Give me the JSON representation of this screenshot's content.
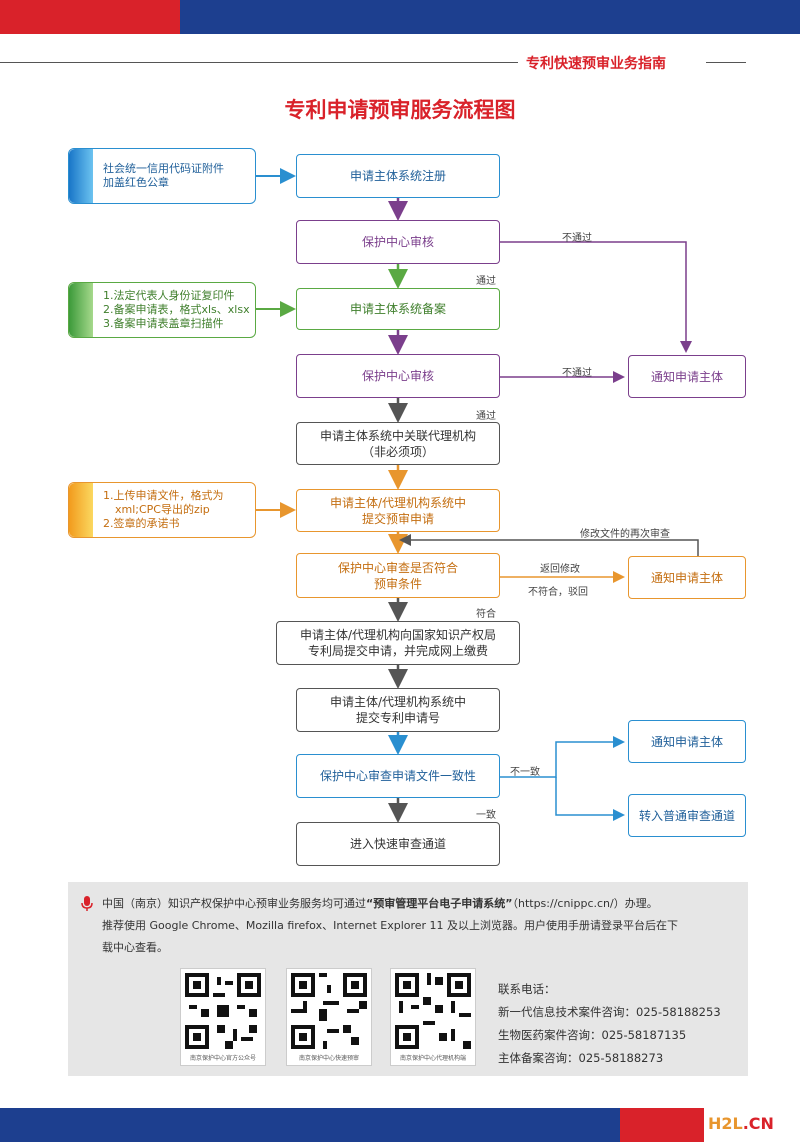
{
  "header": {
    "title": "专利快速预审业务指南"
  },
  "main_title": "专利申请预审服务流程图",
  "notes": {
    "note1": [
      "社会统一信用代码证附件",
      "加盖红色公章"
    ],
    "note2": [
      "1.法定代表人身份证复印件",
      "2.备案申请表，格式xls、xlsx",
      "3.备案申请表盖章扫描件"
    ],
    "note3": [
      "1.上传申请文件，格式为",
      "xml;CPC导出的zip",
      "2.签章的承诺书"
    ]
  },
  "steps": {
    "s1": [
      "申请主体系统注册"
    ],
    "s2": [
      "保护中心审核"
    ],
    "s3": [
      "申请主体系统备案"
    ],
    "s4": [
      "保护中心审核"
    ],
    "s5": [
      "申请主体系统中关联代理机构",
      "（非必须项）"
    ],
    "s6": [
      "申请主体/代理机构系统中",
      "提交预审申请"
    ],
    "s7": [
      "保护中心审查是否符合",
      "预审条件"
    ],
    "s8": [
      "申请主体/代理机构向国家知识产权局",
      "专利局提交申请，并完成网上缴费"
    ],
    "s9": [
      "申请主体/代理机构系统中",
      "提交专利申请号"
    ],
    "s10": [
      "保护中心审查申请文件一致性"
    ],
    "s11": [
      "进入快速审查通道"
    ]
  },
  "side_boxes": {
    "notify1": "通知申请主体",
    "notify2": "通知申请主体",
    "notify3": "通知申请主体",
    "normal": "转入普通审查通道"
  },
  "labels": {
    "fail1": "不通过",
    "pass1": "通过",
    "fail2": "不通过",
    "pass2": "通过",
    "resubmit": "修改文件的再次审查",
    "return_edit": "返回修改",
    "reject": "不符合，驳回",
    "meets": "符合",
    "inconsistent": "不一致",
    "consistent": "一致"
  },
  "footer": {
    "line1_pre": "中国（南京）知识产权保护中心预审业务服务均可通过",
    "line1_bold": "“预审管理平台电子申请系统”",
    "line1_post": "（https://cnippc.cn/）办理。",
    "line2": "推荐使用 Google Chrome、Mozilla firefox、Internet Explorer 11 及以上浏览器。用户使用手册请登录平台后在下",
    "line3": "载中心查看。",
    "qr_captions": [
      "南京保护中心官方公众号",
      "南京保护中心快速预审",
      "南京保护中心代理机构端"
    ],
    "contact_title": "联系电话：",
    "contacts": [
      "新一代信息技术案件咨询：025-58188253",
      "生物医药案件咨询：025-58187135",
      "主体备案咨询：025-58188273"
    ]
  },
  "watermark": {
    "part1": "H2L",
    "part2": ".CN"
  },
  "colors": {
    "red": "#d9222a",
    "blue": "#1d3f8f",
    "flow_blue": "#2a8fd0",
    "purple": "#7b3f8c",
    "green": "#5aa943",
    "gray": "#555555",
    "orange": "#e8962e"
  }
}
